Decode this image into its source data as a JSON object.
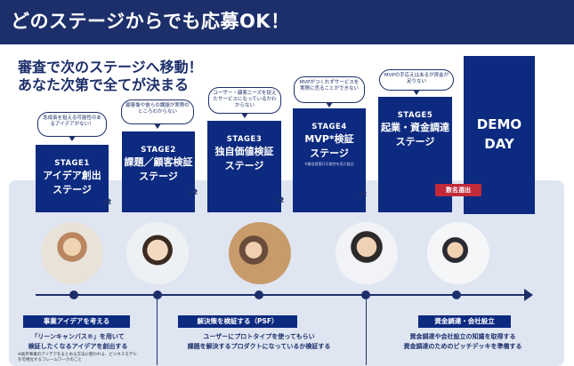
{
  "header": {
    "title": "どのステージからでも応募OK！"
  },
  "subtitle": {
    "line1": "審査で次のステージへ移動！",
    "line2": "あなた次第で全てが決まる"
  },
  "stages": [
    {
      "num": "STAGE1",
      "title1": "アイデア創出",
      "title2": "ステージ",
      "bubble": "急成長を狙える可能性のあるアイデアがない！"
    },
    {
      "num": "STAGE2",
      "title1": "課題／顧客検証",
      "title2": "ステージ",
      "bubble": "顧客像や彼らの課題が実際のところわからない"
    },
    {
      "num": "STAGE3",
      "title1": "独自価値検証",
      "title2": "ステージ",
      "bubble": "ユーザー・顧客ニーズを捉えたサービスになっているかわからない"
    },
    {
      "num": "STAGE4",
      "title1": "MVP*検証",
      "title2": "ステージ",
      "note": "※最低限実行可能性を見た製品",
      "bubble": "MVPがつくれずサービスを実際に売ることができない"
    },
    {
      "num": "STAGE5",
      "title1": "起業・資金調達",
      "title2": "ステージ",
      "bubble": "MVPの手応えはあるが資金が足りない"
    }
  ],
  "demo": {
    "line1": "DEMO",
    "line2": "DAY"
  },
  "badge": "数名選出",
  "phases": [
    {
      "label": "事業アイデアを考える",
      "desc1": "「リーンキャンバス®」を用いて",
      "desc2": "検証したくなるアイデアを創出する",
      "foot1": "※既存事業のアイデアをまとめる方法に使われる、ビジネスモデル",
      "foot2": "を可視化するフレームワークのこと"
    },
    {
      "label": "解決策を検証する（PSF）",
      "desc1": "ユーザーにプロトタイプを使ってもらい",
      "desc2": "課題を解決するプロダクトになっているか検証する"
    },
    {
      "label": "資金調達・会社設立",
      "desc1": "資金調達や会社設立の知識を取得する",
      "desc2": "資金調達のためのピッチデッキを準備する"
    }
  ],
  "icons": {
    "arrow": "double-arrow-icon",
    "photo": "person-photo-icon"
  },
  "colors": {
    "navy": "#1d2f6b",
    "stage": "#0c2a80",
    "panel": "#dfe6f2",
    "badge": "#c22a3a"
  }
}
